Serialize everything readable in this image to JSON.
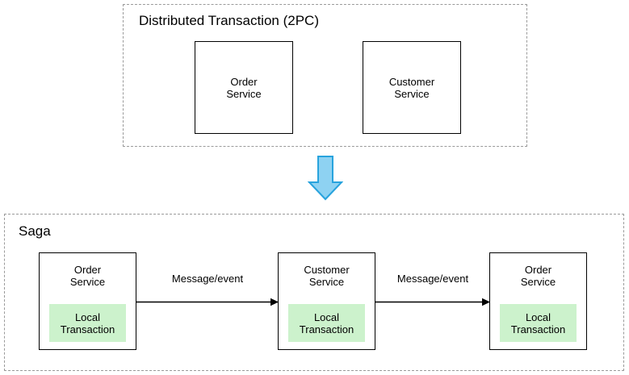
{
  "diagram": {
    "type": "flow-diagram",
    "background": "#ffffff",
    "groups": [
      {
        "id": "2pc",
        "title": "Distributed Transaction (2PC)",
        "border_style": "dashed",
        "border_color": "#9a9a9a",
        "services": [
          {
            "id": "order-2pc",
            "name": "Order\nService"
          },
          {
            "id": "customer-2pc",
            "name": "Customer\nService"
          }
        ]
      },
      {
        "id": "saga",
        "title": "Saga",
        "border_style": "dashed",
        "border_color": "#9a9a9a",
        "services": [
          {
            "id": "saga-1",
            "name": "Order\nService",
            "local_transaction": "Local\nTransaction",
            "highlight_color": "#ccf2cc"
          },
          {
            "id": "saga-2",
            "name": "Customer\nService",
            "local_transaction": "Local\nTransaction",
            "highlight_color": "#ccf2cc"
          },
          {
            "id": "saga-3",
            "name": "Order\nService",
            "local_transaction": "Local\nTransaction",
            "highlight_color": "#ccf2cc"
          }
        ],
        "connectors": [
          {
            "id": "conn-1",
            "label": "Message/event",
            "from": "saga-1",
            "to": "saga-2",
            "direction": "right"
          },
          {
            "id": "conn-2",
            "label": "Message/event",
            "from": "saga-2",
            "to": "saga-3",
            "direction": "right"
          }
        ]
      }
    ],
    "flow_arrow": {
      "name": "down-arrow-icon",
      "direction": "down",
      "fill": "#8ed2f2",
      "stroke": "#28a3dd"
    }
  }
}
